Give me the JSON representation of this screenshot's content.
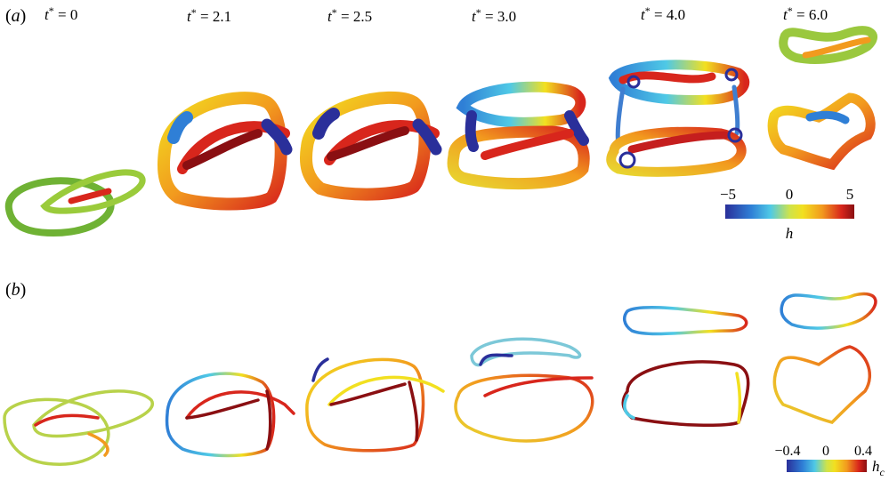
{
  "panel_a": {
    "label_open": "(",
    "label_letter": "a",
    "label_close": ")",
    "times": [
      {
        "var": "t",
        "sup": "*",
        "eq": " = 0"
      },
      {
        "var": "t",
        "sup": "*",
        "eq": " = 2.1"
      },
      {
        "var": "t",
        "sup": "*",
        "eq": " = 2.5"
      },
      {
        "var": "t",
        "sup": "*",
        "eq": " = 3.0"
      },
      {
        "var": "t",
        "sup": "*",
        "eq": " = 4.0"
      },
      {
        "var": "t",
        "sup": "*",
        "eq": " = 6.0"
      }
    ],
    "colorbar": {
      "ticks": [
        "−5",
        "0",
        "5"
      ],
      "label": "h"
    }
  },
  "panel_b": {
    "label_open": "(",
    "label_letter": "b",
    "label_close": ")",
    "colorbar": {
      "ticks": [
        "−0.4",
        "0",
        "0.4"
      ],
      "label_main": "h",
      "label_sub": "c"
    }
  },
  "colors": {
    "jet_stops": [
      "#2a2f9a",
      "#2f7fd6",
      "#4fc9e6",
      "#cfe34a",
      "#f2e020",
      "#f29a1e",
      "#d8261c",
      "#8a0f12"
    ],
    "initial_tube": "#7cbf3a"
  }
}
